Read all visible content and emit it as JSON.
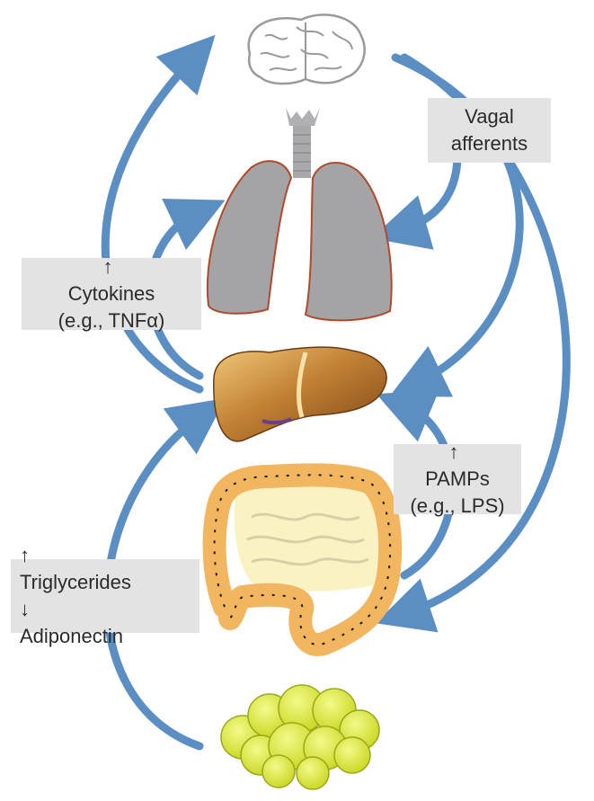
{
  "labels": {
    "vagal": {
      "line1": "Vagal",
      "line2": "afferents"
    },
    "cytokines": {
      "arrow": "↑",
      "line1": "Cytokines",
      "line2": "(e.g., TNFα)"
    },
    "pamps": {
      "arrow": "↑",
      "line1": "PAMPs",
      "line2": "(e.g., LPS)"
    },
    "metabolic": {
      "arrow1": "↑",
      "line1": "Triglycerides",
      "arrow2": "↓",
      "line2": "Adiponectin"
    }
  },
  "organs": [
    "brain-icon",
    "lungs-icon",
    "liver-icon",
    "intestine-icon",
    "adipose-tissue-icon"
  ],
  "colors": {
    "arrow": "#5b8fc4",
    "arrow_dark": "#3f6f9f",
    "label_bg": "#e3e3e3",
    "lung": "#a4a4a6",
    "lung_outline": "#b04a2a",
    "liver": "#b07328",
    "intestine": "#f2b560",
    "fat": "#d8e63c"
  }
}
